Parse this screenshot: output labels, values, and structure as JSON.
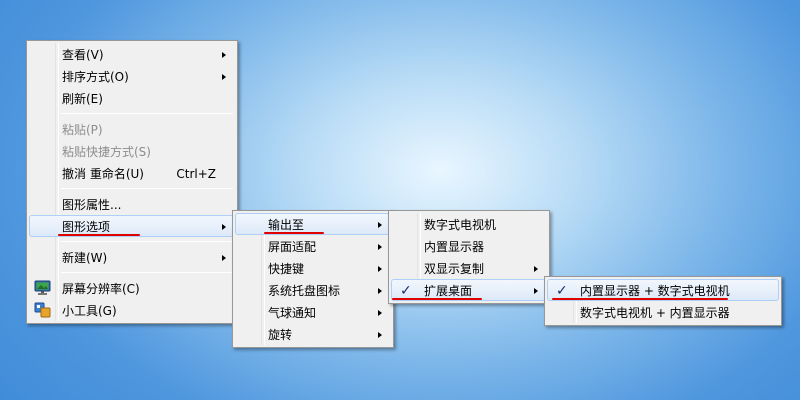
{
  "main_menu": {
    "view": "查看(V)",
    "sort": "排序方式(O)",
    "refresh": "刷新(E)",
    "paste": "粘贴(P)",
    "paste_shortcut": "粘贴快捷方式(S)",
    "undo_rename": "撤消 重命名(U)",
    "undo_shortcut": "Ctrl+Z",
    "graphics_properties": "图形属性...",
    "graphics_options": "图形选项",
    "new": "新建(W)",
    "screen_resolution": "屏幕分辨率(C)",
    "gadgets": "小工具(G)"
  },
  "graphics_options_menu": {
    "output_to": "输出至",
    "panel_fit": "屏面适配",
    "hotkeys": "快捷键",
    "tray_icon": "系统托盘图标",
    "balloon_notify": "气球通知",
    "rotate": "旋转"
  },
  "output_to_menu": {
    "digital_tv": "数字式电视机",
    "builtin_display": "内置显示器",
    "dual_clone": "双显示复制",
    "extended_desktop": "扩展桌面",
    "check_mark": "✓"
  },
  "extended_desktop_menu": {
    "builtin_plus_tv": "内置显示器 + 数字式电视机",
    "tv_plus_builtin": "数字式电视机 + 内置显示器",
    "check_mark": "✓"
  },
  "colors": {
    "highlight_border": "#aecff7",
    "underline": "#e00000"
  }
}
